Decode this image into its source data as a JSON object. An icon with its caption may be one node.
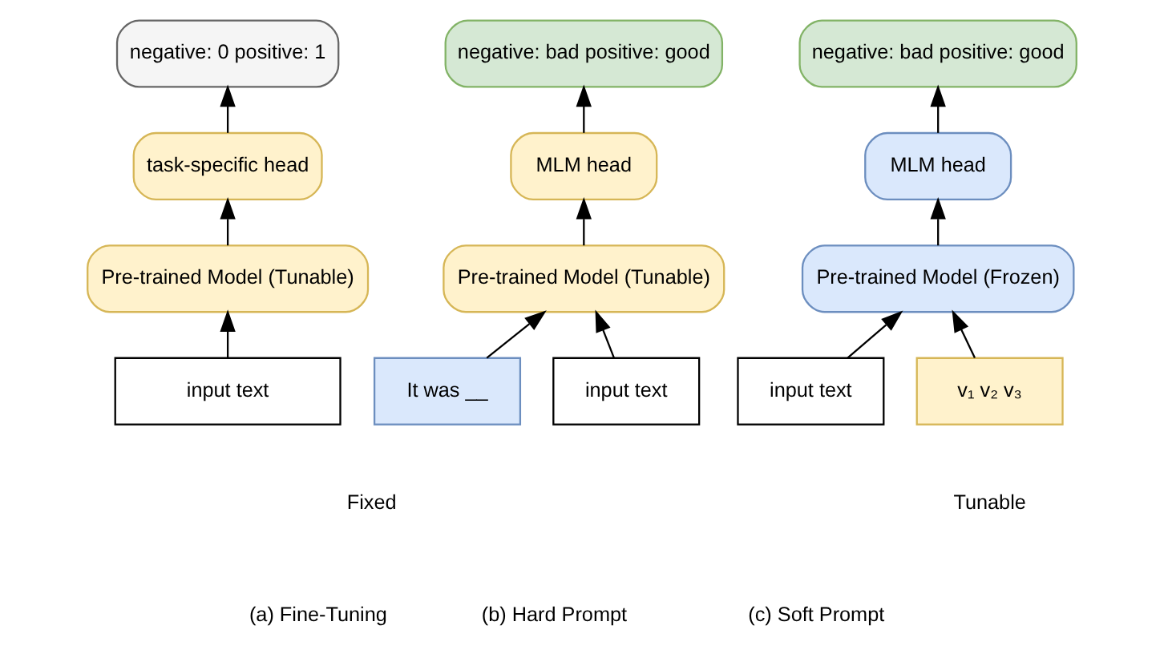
{
  "diagram": {
    "nodes": [
      {
        "text": [
          "negative: 0 positive: 1"
        ]
      },
      {
        "text": [
          "task-specific head"
        ]
      },
      {
        "text": [
          "Pre-trained Model (Tunable)"
        ]
      },
      {
        "text": [
          "input text"
        ]
      },
      {
        "text": [
          "negative: bad positive: good"
        ]
      },
      {
        "text": [
          "MLM head"
        ]
      },
      {
        "text": [
          "Pre-trained Model (Tunable)"
        ]
      },
      {
        "text": [
          "input text"
        ]
      },
      {
        "text": [
          "It was __"
        ],
        "beside": [
          "Fixed"
        ]
      },
      {
        "text": [
          "negative: bad positive: good"
        ]
      },
      {
        "text": [
          "MLM head"
        ]
      },
      {
        "text": [
          "Pre-trained Model (Frozen)"
        ]
      },
      {
        "text": [
          "input text"
        ]
      },
      {
        "text": [
          "v₁ v₂ v₃"
        ],
        "beside": [
          "Tunable"
        ]
      }
    ],
    "edges": [
      {
        "from": 1,
        "to": 0,
        "arrow": "to"
      },
      {
        "from": 2,
        "to": 1,
        "arrow": "to"
      },
      {
        "from": 3,
        "to": 2,
        "arrow": "to"
      },
      {
        "from": 5,
        "to": 4,
        "arrow": "to"
      },
      {
        "from": 6,
        "to": 5,
        "arrow": "to"
      },
      {
        "from": 7,
        "to": 6,
        "arrow": "to"
      },
      {
        "from": 8,
        "to": 6,
        "arrow": "to"
      },
      {
        "from": 10,
        "to": 9,
        "arrow": "to"
      },
      {
        "from": 11,
        "to": 10,
        "arrow": "to"
      },
      {
        "from": 12,
        "to": 11,
        "arrow": "to"
      },
      {
        "from": 13,
        "to": 11,
        "arrow": "to"
      }
    ],
    "labels": [
      "(a) Fine-Tuning",
      "(b) Hard Prompt",
      "(c) Soft Prompt"
    ]
  }
}
